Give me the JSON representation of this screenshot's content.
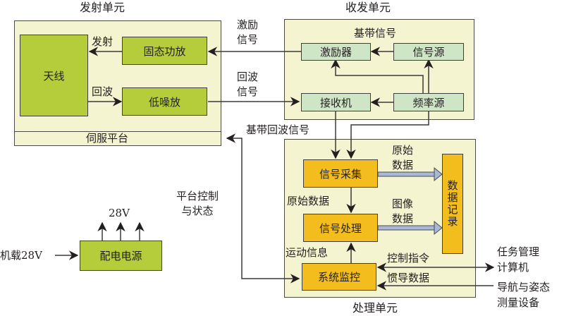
{
  "colors": {
    "panel_fill": "#f4f4d0",
    "transmit_block": "#b5cc3b",
    "transceiver_block": "#cfe6c6",
    "processing_block": "#f2bd1d",
    "wide_arrow": "#a9b8d6",
    "line": "#3a3a3a"
  },
  "transmit_unit": {
    "title": "发射单元",
    "antenna": "天线",
    "ssa": "固态功放",
    "lna": "低噪放",
    "servo": "伺服平台",
    "label_transmit": "发射",
    "label_echo": "回波"
  },
  "transceiver_unit": {
    "title": "收发单元",
    "baseband_label": "基带信号",
    "exciter": "激励器",
    "signal_source": "信号源",
    "receiver": "接收机",
    "freq_source": "频率源"
  },
  "processing_unit": {
    "title": "处理单元",
    "acquisition": "信号采集",
    "processing": "信号处理",
    "monitor": "系统监控",
    "recorder": "数据记录"
  },
  "power": {
    "block": "配电电源",
    "input": "机载28V",
    "output": "28V"
  },
  "connection_labels": {
    "excitation_line1": "激励",
    "excitation_line2": "信号",
    "echo_line1": "回波",
    "echo_line2": "信号",
    "baseband_echo": "基带回波信号",
    "raw_data_top_line1": "原始",
    "raw_data_top_line2": "数据",
    "raw_data_mid": "原始数据",
    "image_line1": "图像",
    "image_line2": "数据",
    "motion_info": "运动信息",
    "control_cmd": "控制指令",
    "ins_data": "惯导数据",
    "platform_ctrl_line1": "平台控制",
    "platform_ctrl_line2": "与状态"
  },
  "external": {
    "mission_computer_line1": "任务管理",
    "mission_computer_line2": "计算机",
    "nav_line1": "导航与姿态",
    "nav_line2": "测量设备"
  }
}
